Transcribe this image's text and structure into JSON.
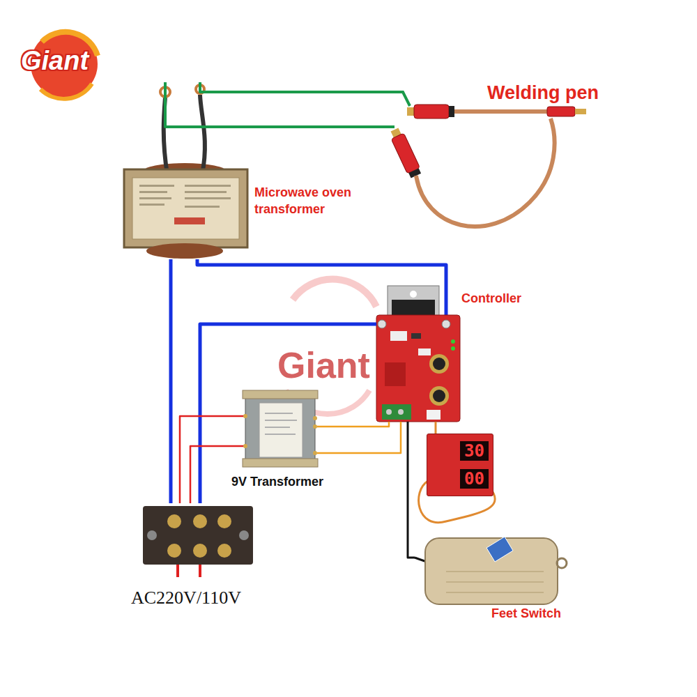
{
  "diagram": {
    "nodes": [
      {
        "text": [
          "Welding pen"
        ]
      },
      {
        "text": [
          "Microwave oven transformer"
        ]
      },
      {
        "text": [
          "Controller"
        ]
      },
      {
        "text": [
          "9V Transformer"
        ]
      },
      {
        "text": [
          "30",
          "00"
        ]
      },
      {
        "text": [
          "AC220V/110V"
        ]
      },
      {
        "text": [
          "Feet Switch"
        ]
      }
    ],
    "edges": [
      {
        "from": 1,
        "to": 0,
        "arrow": "none"
      },
      {
        "from": 1,
        "to": 0,
        "arrow": "none"
      },
      {
        "from": 5,
        "to": 1,
        "arrow": "none"
      },
      {
        "from": 1,
        "to": 2,
        "arrow": "none"
      },
      {
        "from": 5,
        "to": 2,
        "arrow": "none"
      },
      {
        "from": 5,
        "to": 3,
        "arrow": "none"
      },
      {
        "from": 5,
        "to": 3,
        "arrow": "none"
      },
      {
        "from": 3,
        "to": 2,
        "arrow": "none"
      },
      {
        "from": 3,
        "to": 2,
        "arrow": "none"
      },
      {
        "from": 2,
        "to": 4,
        "arrow": "none"
      },
      {
        "from": 2,
        "to": 6,
        "arrow": "none"
      }
    ],
    "labels": [
      "Giant",
      "Giant"
    ]
  }
}
